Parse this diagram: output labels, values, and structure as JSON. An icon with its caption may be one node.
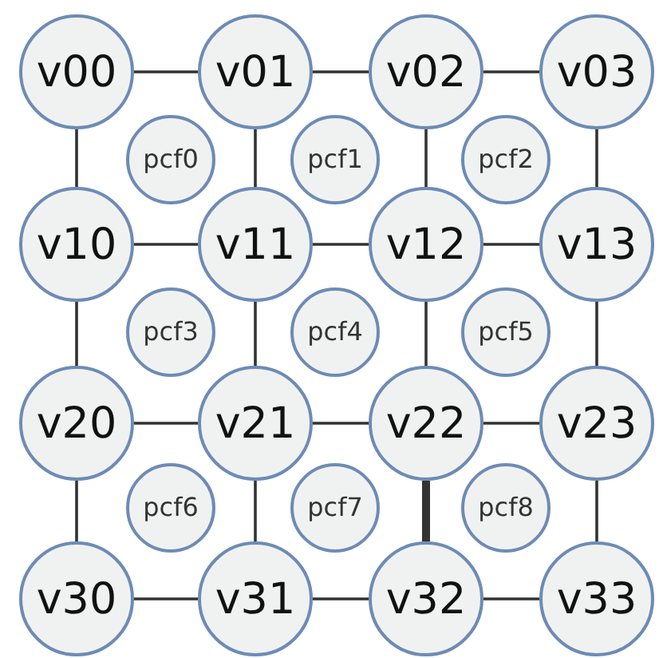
{
  "diagram": {
    "nodes": [
      {
        "text": [
          "v00"
        ]
      },
      {
        "text": [
          "v01"
        ]
      },
      {
        "text": [
          "v02"
        ]
      },
      {
        "text": [
          "v03"
        ]
      },
      {
        "text": [
          "pcf0"
        ]
      },
      {
        "text": [
          "pcf1"
        ]
      },
      {
        "text": [
          "pcf2"
        ]
      },
      {
        "text": [
          "v10"
        ]
      },
      {
        "text": [
          "v11"
        ]
      },
      {
        "text": [
          "v12"
        ]
      },
      {
        "text": [
          "v13"
        ]
      },
      {
        "text": [
          "pcf3"
        ]
      },
      {
        "text": [
          "pcf4"
        ]
      },
      {
        "text": [
          "pcf5"
        ]
      },
      {
        "text": [
          "v20"
        ]
      },
      {
        "text": [
          "v21"
        ]
      },
      {
        "text": [
          "v22"
        ]
      },
      {
        "text": [
          "v23"
        ]
      },
      {
        "text": [
          "pcf6"
        ]
      },
      {
        "text": [
          "pcf7"
        ]
      },
      {
        "text": [
          "pcf8"
        ]
      },
      {
        "text": [
          "v30"
        ]
      },
      {
        "text": [
          "v31"
        ]
      },
      {
        "text": [
          "v32"
        ]
      },
      {
        "text": [
          "v33"
        ]
      }
    ],
    "edges": [
      {
        "from": 0,
        "to": 1,
        "arrow": "none"
      },
      {
        "from": 1,
        "to": 2,
        "arrow": "none"
      },
      {
        "from": 2,
        "to": 3,
        "arrow": "none"
      },
      {
        "from": 0,
        "to": 7,
        "arrow": "none"
      },
      {
        "from": 1,
        "to": 8,
        "arrow": "none"
      },
      {
        "from": 2,
        "to": 9,
        "arrow": "none"
      },
      {
        "from": 3,
        "to": 10,
        "arrow": "none"
      },
      {
        "from": 7,
        "to": 8,
        "arrow": "none"
      },
      {
        "from": 8,
        "to": 9,
        "arrow": "none"
      },
      {
        "from": 9,
        "to": 10,
        "arrow": "none"
      },
      {
        "from": 7,
        "to": 14,
        "arrow": "none"
      },
      {
        "from": 8,
        "to": 15,
        "arrow": "none"
      },
      {
        "from": 9,
        "to": 16,
        "arrow": "none"
      },
      {
        "from": 10,
        "to": 17,
        "arrow": "none"
      },
      {
        "from": 14,
        "to": 15,
        "arrow": "none"
      },
      {
        "from": 15,
        "to": 16,
        "arrow": "none"
      },
      {
        "from": 16,
        "to": 17,
        "arrow": "none"
      },
      {
        "from": 14,
        "to": 21,
        "arrow": "none"
      },
      {
        "from": 15,
        "to": 22,
        "arrow": "none"
      },
      {
        "from": 16,
        "to": 23,
        "arrow": "none",
        "style": "thick"
      },
      {
        "from": 17,
        "to": 24,
        "arrow": "none"
      },
      {
        "from": 21,
        "to": 22,
        "arrow": "none"
      },
      {
        "from": 22,
        "to": 23,
        "arrow": "none"
      },
      {
        "from": 23,
        "to": 24,
        "arrow": "none"
      }
    ]
  }
}
